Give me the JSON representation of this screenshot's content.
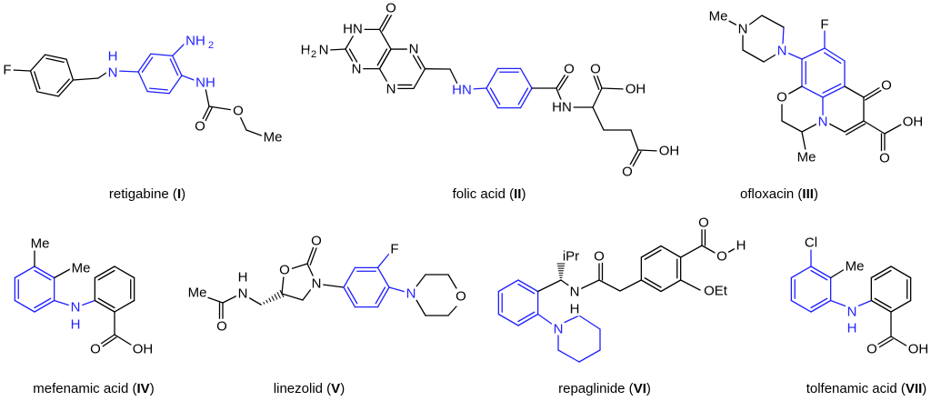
{
  "colors": {
    "bond": "#000000",
    "highlight": "#1f1fff"
  },
  "molecules": [
    {
      "name": "retigabine",
      "numeral": "I",
      "atoms": [
        "F",
        "N",
        "H",
        "NH",
        "2",
        "NH",
        "O",
        "O",
        "Me"
      ]
    },
    {
      "name": "folic acid",
      "numeral": "II",
      "atoms": [
        "H",
        "2",
        "N",
        "HN",
        "O",
        "N",
        "N",
        "N",
        "HN",
        "O",
        "HN",
        "O",
        "OH",
        "O",
        "OH"
      ]
    },
    {
      "name": "ofloxacin",
      "numeral": "III",
      "atoms": [
        "Me",
        "N",
        "N",
        "F",
        "O",
        "O",
        "N",
        "OH",
        "O",
        "Me"
      ]
    },
    {
      "name": "mefenamic acid",
      "numeral": "IV",
      "atoms": [
        "Me",
        "Me",
        "N",
        "H",
        "O",
        "OH"
      ]
    },
    {
      "name": "linezolid",
      "numeral": "V",
      "atoms": [
        "Me",
        "O",
        "N",
        "H",
        "O",
        "O",
        "N",
        "F",
        "N",
        "O"
      ]
    },
    {
      "name": "repaglinide",
      "numeral": "VI",
      "atoms": [
        "iPr",
        "N",
        "H",
        "O",
        "O",
        "O",
        "H",
        "OEt",
        "N"
      ]
    },
    {
      "name": "tolfenamic acid",
      "numeral": "VII",
      "atoms": [
        "Cl",
        "Me",
        "N",
        "H",
        "O",
        "OH"
      ]
    }
  ]
}
